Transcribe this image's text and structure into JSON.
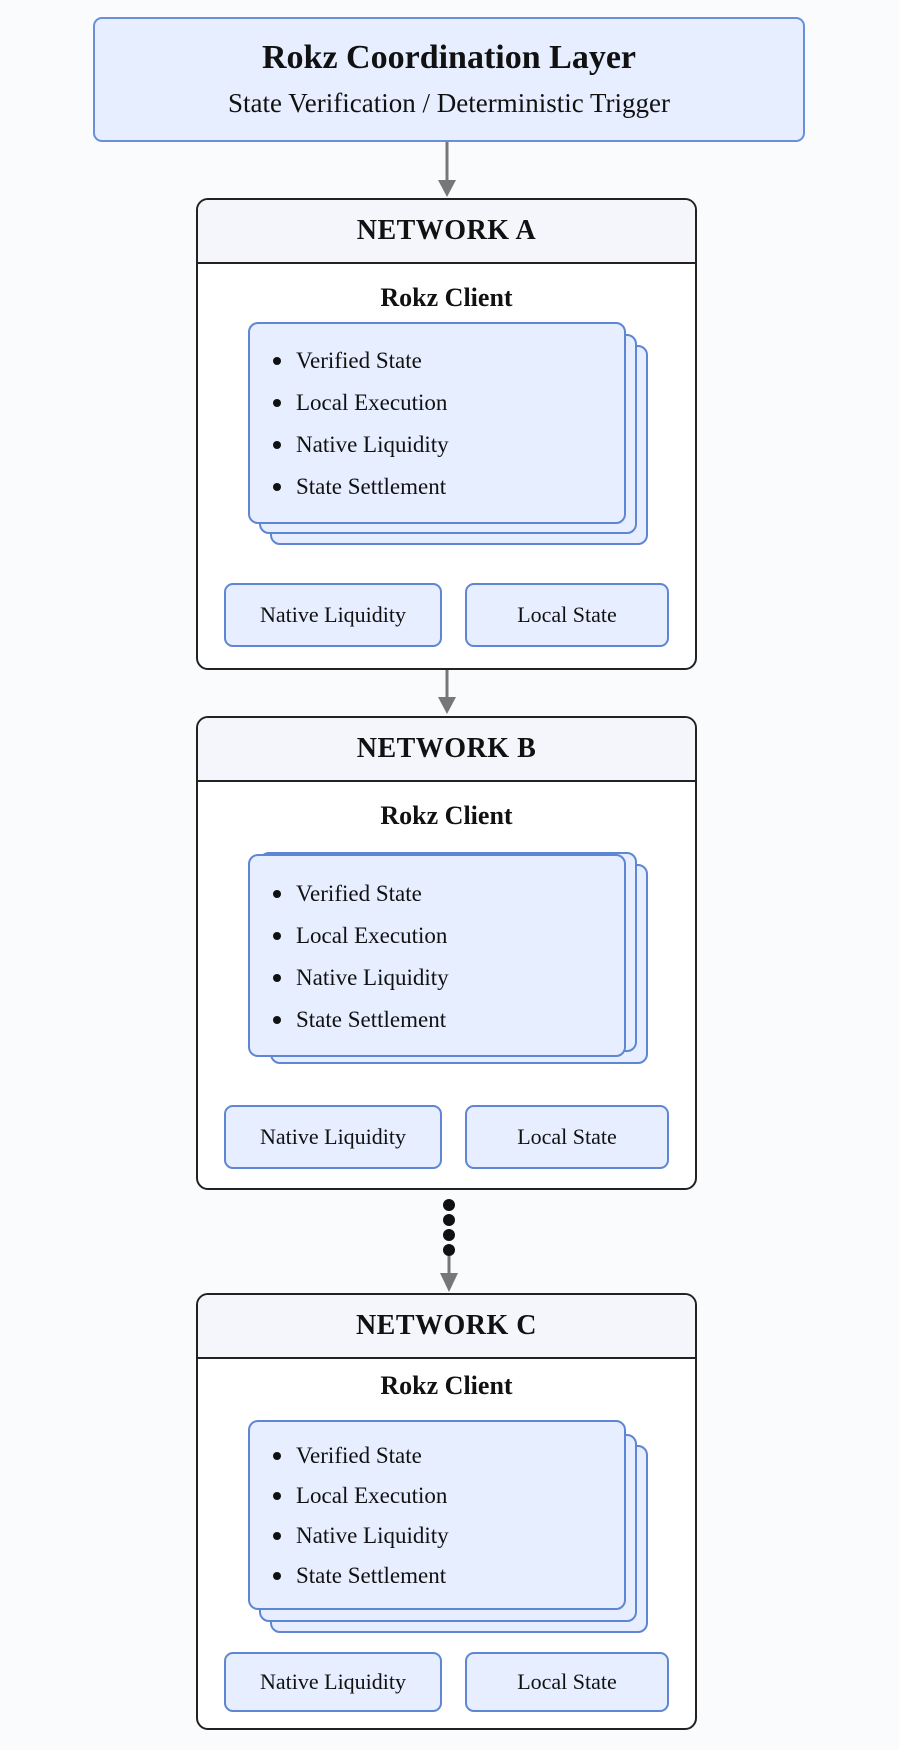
{
  "coordination": {
    "title": "Rokz Coordination Layer",
    "subtitle": "State Verification / Deterministic Trigger"
  },
  "networks": [
    {
      "name": "NETWORK A",
      "client": "Rokz Client",
      "features": [
        "Verified State",
        "Local Execution",
        "Native Liquidity",
        "State Settlement"
      ],
      "pills": [
        "Native Liquidity",
        "Local State"
      ]
    },
    {
      "name": "NETWORK B",
      "client": "Rokz Client",
      "features": [
        "Verified State",
        "Local Execution",
        "Native Liquidity",
        "State Settlement"
      ],
      "pills": [
        "Native Liquidity",
        "Local State"
      ]
    },
    {
      "name": "NETWORK C",
      "client": "Rokz Client",
      "features": [
        "Verified State",
        "Local Execution",
        "Native Liquidity",
        "State Settlement"
      ],
      "pills": [
        "Native Liquidity",
        "Local State"
      ]
    }
  ],
  "colors": {
    "panel_fill": "#e6eeff",
    "panel_border": "#5f86d4",
    "network_border": "#222222",
    "arrow": "#777777"
  }
}
